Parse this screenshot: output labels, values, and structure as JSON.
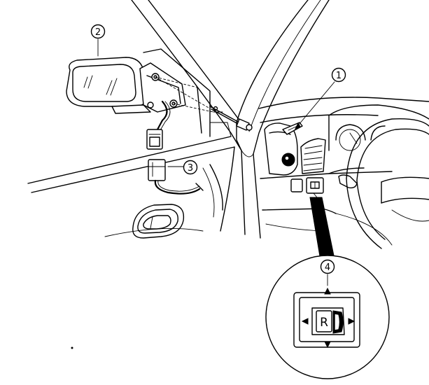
{
  "callouts": [
    {
      "id": "1",
      "label": "1"
    },
    {
      "id": "2",
      "label": "2"
    },
    {
      "id": "3",
      "label": "3"
    },
    {
      "id": "4",
      "label": "4"
    }
  ],
  "switch": {
    "button_label": "R"
  },
  "icons": {
    "arrow_up": "arrow-up-icon",
    "arrow_down": "arrow-down-icon",
    "arrow_left": "arrow-left-icon",
    "arrow_right": "arrow-right-icon"
  },
  "colors": {
    "line": "#000000",
    "background": "#ffffff"
  }
}
